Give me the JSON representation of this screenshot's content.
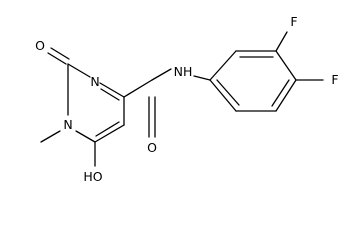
{
  "molecule": {
    "atom_labels": {
      "o_carbonyl_ring": "O",
      "n_ring_upper": "N",
      "n_ring_methyl": "N",
      "ho": "HO",
      "nh": "NH",
      "o_amide": "O",
      "f_upper": "F",
      "f_right": "F"
    }
  }
}
